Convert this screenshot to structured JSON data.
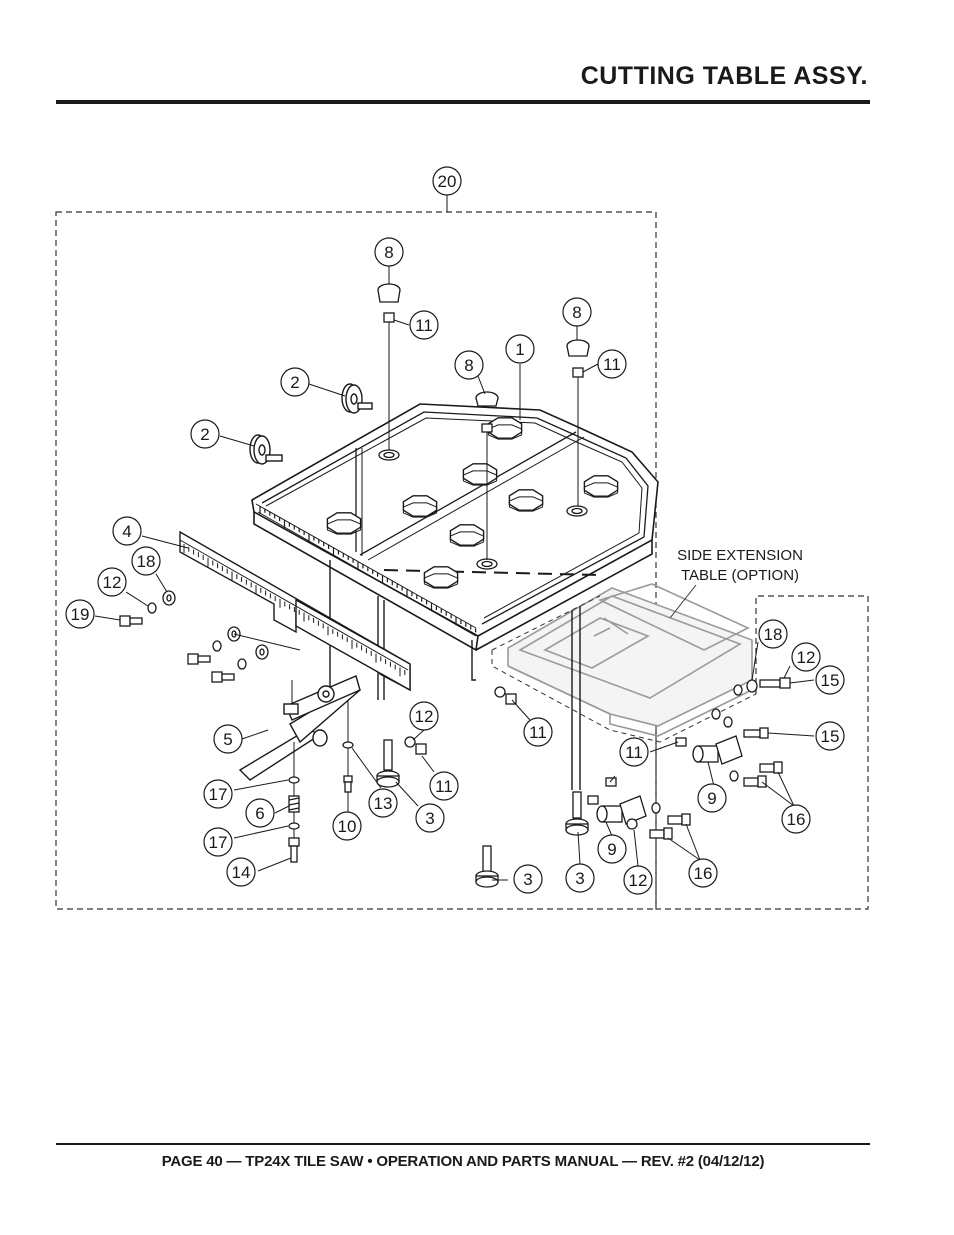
{
  "header": {
    "title": "CUTTING TABLE ASSY."
  },
  "diagram": {
    "option_label_line1": "SIDE EXTENSION",
    "option_label_line2": "TABLE (OPTION)",
    "callouts": [
      {
        "n": "20"
      },
      {
        "n": "8"
      },
      {
        "n": "11"
      },
      {
        "n": "8"
      },
      {
        "n": "11"
      },
      {
        "n": "8"
      },
      {
        "n": "1"
      },
      {
        "n": "2"
      },
      {
        "n": "2"
      },
      {
        "n": "4"
      },
      {
        "n": "18"
      },
      {
        "n": "12"
      },
      {
        "n": "19"
      },
      {
        "n": "5"
      },
      {
        "n": "17"
      },
      {
        "n": "6"
      },
      {
        "n": "17"
      },
      {
        "n": "14"
      },
      {
        "n": "10"
      },
      {
        "n": "13"
      },
      {
        "n": "3"
      },
      {
        "n": "12"
      },
      {
        "n": "11"
      },
      {
        "n": "11"
      },
      {
        "n": "3"
      },
      {
        "n": "18"
      },
      {
        "n": "12"
      },
      {
        "n": "15"
      },
      {
        "n": "15"
      },
      {
        "n": "11"
      },
      {
        "n": "9"
      },
      {
        "n": "16"
      },
      {
        "n": "3"
      },
      {
        "n": "9"
      },
      {
        "n": "12"
      },
      {
        "n": "16"
      }
    ]
  },
  "footer": {
    "text": "PAGE 40 — TP24X TILE SAW • OPERATION AND PARTS MANUAL — REV. #2 (04/12/12)"
  }
}
